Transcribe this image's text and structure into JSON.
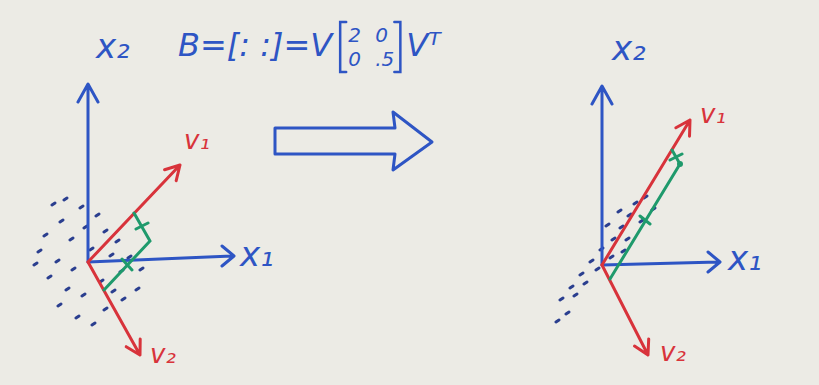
{
  "diagram": {
    "labels": [
      "B=[: :]=V",
      "2",
      "0",
      "0",
      ".5",
      "Vᵀ",
      "x₂",
      "v₁",
      "x₁",
      "v₂",
      "x₂",
      "v₁",
      "x₁",
      "v₂"
    ]
  }
}
